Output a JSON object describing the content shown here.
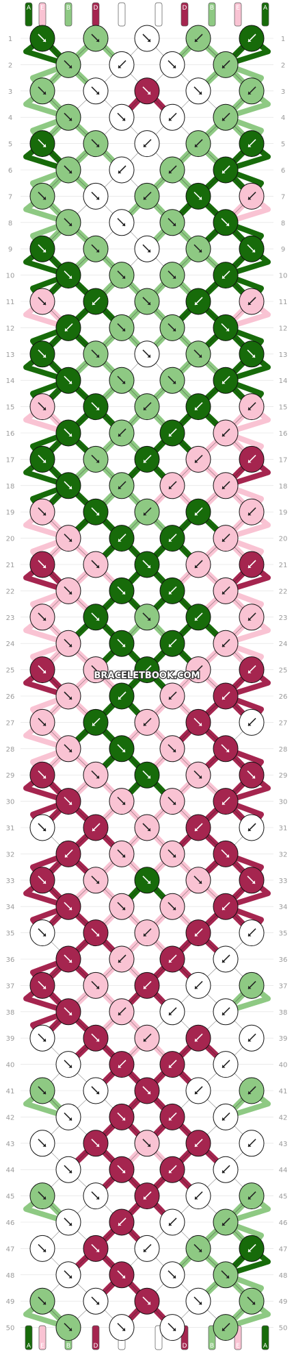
{
  "watermark": "BRACELETBOOK.COM",
  "colors": {
    "A": "#176b0a",
    "B": "#8ec983",
    "C": "#ffffff",
    "D": "#a5254f",
    "E": "#f9c3d3"
  },
  "strands_top": [
    "A",
    "E",
    "B",
    "D",
    "C",
    "C",
    "D",
    "B",
    "E",
    "A"
  ],
  "strands_bottom": [
    "A",
    "E",
    "B",
    "D",
    "C",
    "C",
    "D",
    "B",
    "E",
    "A"
  ],
  "rows": [
    {
      "n": "1",
      "knots": [
        [
          "A",
          "f"
        ],
        [
          "B",
          "f"
        ],
        [
          "C",
          "f"
        ],
        [
          "B",
          "b"
        ],
        [
          "A",
          "b"
        ]
      ]
    },
    {
      "n": "2",
      "knots": [
        [
          "B",
          "f"
        ],
        [
          "C",
          "b"
        ],
        [
          "C",
          "f"
        ],
        [
          "B",
          "b"
        ]
      ]
    },
    {
      "n": "3",
      "knots": [
        [
          "B",
          "f"
        ],
        [
          "C",
          "f"
        ],
        [
          "D",
          "f"
        ],
        [
          "C",
          "f"
        ],
        [
          "B",
          "b"
        ]
      ]
    },
    {
      "n": "4",
      "knots": [
        [
          "B",
          "f"
        ],
        [
          "C",
          "f"
        ],
        [
          "C",
          "b"
        ],
        [
          "B",
          "b"
        ]
      ]
    },
    {
      "n": "5",
      "knots": [
        [
          "A",
          "f"
        ],
        [
          "B",
          "f"
        ],
        [
          "C",
          "b"
        ],
        [
          "B",
          "b"
        ],
        [
          "A",
          "b"
        ]
      ]
    },
    {
      "n": "6",
      "knots": [
        [
          "B",
          "f"
        ],
        [
          "C",
          "b"
        ],
        [
          "B",
          "b"
        ],
        [
          "A",
          "b"
        ]
      ]
    },
    {
      "n": "7",
      "knots": [
        [
          "B",
          "f"
        ],
        [
          "C",
          "f"
        ],
        [
          "B",
          "b"
        ],
        [
          "A",
          "f"
        ],
        [
          "E",
          "b"
        ]
      ]
    },
    {
      "n": "8",
      "knots": [
        [
          "B",
          "f"
        ],
        [
          "C",
          "f"
        ],
        [
          "B",
          "f"
        ],
        [
          "A",
          "f"
        ]
      ]
    },
    {
      "n": "9",
      "knots": [
        [
          "A",
          "f"
        ],
        [
          "B",
          "f"
        ],
        [
          "C",
          "f"
        ],
        [
          "B",
          "f"
        ],
        [
          "A",
          "f"
        ]
      ]
    },
    {
      "n": "10",
      "knots": [
        [
          "A",
          "f"
        ],
        [
          "B",
          "f"
        ],
        [
          "B",
          "f"
        ],
        [
          "A",
          "b"
        ]
      ]
    },
    {
      "n": "11",
      "knots": [
        [
          "E",
          "f"
        ],
        [
          "A",
          "b"
        ],
        [
          "B",
          "f"
        ],
        [
          "A",
          "b"
        ],
        [
          "E",
          "b"
        ]
      ]
    },
    {
      "n": "12",
      "knots": [
        [
          "A",
          "b"
        ],
        [
          "B",
          "f"
        ],
        [
          "B",
          "f"
        ],
        [
          "A",
          "f"
        ]
      ]
    },
    {
      "n": "13",
      "knots": [
        [
          "A",
          "f"
        ],
        [
          "B",
          "f"
        ],
        [
          "C",
          "f"
        ],
        [
          "B",
          "f"
        ],
        [
          "A",
          "f"
        ]
      ]
    },
    {
      "n": "14",
      "knots": [
        [
          "A",
          "f"
        ],
        [
          "B",
          "f"
        ],
        [
          "B",
          "f"
        ],
        [
          "A",
          "b"
        ]
      ]
    },
    {
      "n": "15",
      "knots": [
        [
          "E",
          "f"
        ],
        [
          "A",
          "f"
        ],
        [
          "B",
          "b"
        ],
        [
          "A",
          "b"
        ],
        [
          "E",
          "b"
        ]
      ]
    },
    {
      "n": "16",
      "knots": [
        [
          "A",
          "f"
        ],
        [
          "B",
          "b"
        ],
        [
          "A",
          "b"
        ],
        [
          "E",
          "b"
        ]
      ]
    },
    {
      "n": "17",
      "knots": [
        [
          "A",
          "f"
        ],
        [
          "B",
          "f"
        ],
        [
          "A",
          "b"
        ],
        [
          "E",
          "b"
        ],
        [
          "D",
          "b"
        ]
      ]
    },
    {
      "n": "18",
      "knots": [
        [
          "A",
          "f"
        ],
        [
          "B",
          "b"
        ],
        [
          "E",
          "b"
        ],
        [
          "E",
          "b"
        ]
      ]
    },
    {
      "n": "19",
      "knots": [
        [
          "E",
          "f"
        ],
        [
          "A",
          "f"
        ],
        [
          "B",
          "b"
        ],
        [
          "A",
          "b"
        ],
        [
          "E",
          "b"
        ]
      ]
    },
    {
      "n": "20",
      "knots": [
        [
          "E",
          "f"
        ],
        [
          "A",
          "b"
        ],
        [
          "A",
          "b"
        ],
        [
          "E",
          "b"
        ]
      ]
    },
    {
      "n": "21",
      "knots": [
        [
          "D",
          "f"
        ],
        [
          "E",
          "f"
        ],
        [
          "A",
          "f"
        ],
        [
          "E",
          "b"
        ],
        [
          "D",
          "b"
        ]
      ]
    },
    {
      "n": "22",
      "knots": [
        [
          "E",
          "f"
        ],
        [
          "A",
          "f"
        ],
        [
          "A",
          "b"
        ],
        [
          "E",
          "b"
        ]
      ]
    },
    {
      "n": "23",
      "knots": [
        [
          "E",
          "f"
        ],
        [
          "A",
          "f"
        ],
        [
          "B",
          "f"
        ],
        [
          "A",
          "b"
        ],
        [
          "E",
          "b"
        ]
      ]
    },
    {
      "n": "24",
      "knots": [
        [
          "E",
          "f"
        ],
        [
          "A",
          "f"
        ],
        [
          "A",
          "b"
        ],
        [
          "E",
          "b"
        ]
      ]
    },
    {
      "n": "25",
      "knots": [
        [
          "D",
          "f"
        ],
        [
          "E",
          "f"
        ],
        [
          "A",
          "b"
        ],
        [
          "E",
          "b"
        ],
        [
          "D",
          "b"
        ]
      ]
    },
    {
      "n": "26",
      "knots": [
        [
          "E",
          "f"
        ],
        [
          "A",
          "b"
        ],
        [
          "E",
          "b"
        ],
        [
          "D",
          "b"
        ]
      ]
    },
    {
      "n": "27",
      "knots": [
        [
          "E",
          "f"
        ],
        [
          "A",
          "b"
        ],
        [
          "E",
          "b"
        ],
        [
          "D",
          "f"
        ],
        [
          "C",
          "b"
        ]
      ]
    },
    {
      "n": "28",
      "knots": [
        [
          "E",
          "f"
        ],
        [
          "A",
          "f"
        ],
        [
          "E",
          "f"
        ],
        [
          "D",
          "f"
        ]
      ]
    },
    {
      "n": "29",
      "knots": [
        [
          "D",
          "f"
        ],
        [
          "E",
          "f"
        ],
        [
          "A",
          "f"
        ],
        [
          "E",
          "f"
        ],
        [
          "D",
          "f"
        ]
      ]
    },
    {
      "n": "30",
      "knots": [
        [
          "D",
          "f"
        ],
        [
          "E",
          "f"
        ],
        [
          "E",
          "f"
        ],
        [
          "D",
          "b"
        ]
      ]
    },
    {
      "n": "31",
      "knots": [
        [
          "C",
          "f"
        ],
        [
          "D",
          "b"
        ],
        [
          "E",
          "f"
        ],
        [
          "D",
          "b"
        ],
        [
          "C",
          "b"
        ]
      ]
    },
    {
      "n": "32",
      "knots": [
        [
          "D",
          "b"
        ],
        [
          "E",
          "f"
        ],
        [
          "E",
          "f"
        ],
        [
          "D",
          "f"
        ]
      ]
    },
    {
      "n": "33",
      "knots": [
        [
          "D",
          "f"
        ],
        [
          "E",
          "f"
        ],
        [
          "A",
          "f"
        ],
        [
          "E",
          "f"
        ],
        [
          "D",
          "f"
        ]
      ]
    },
    {
      "n": "34",
      "knots": [
        [
          "D",
          "f"
        ],
        [
          "E",
          "f"
        ],
        [
          "E",
          "f"
        ],
        [
          "D",
          "b"
        ]
      ]
    },
    {
      "n": "35",
      "knots": [
        [
          "C",
          "f"
        ],
        [
          "D",
          "f"
        ],
        [
          "E",
          "b"
        ],
        [
          "D",
          "b"
        ],
        [
          "C",
          "b"
        ]
      ]
    },
    {
      "n": "36",
      "knots": [
        [
          "D",
          "f"
        ],
        [
          "E",
          "b"
        ],
        [
          "D",
          "b"
        ],
        [
          "C",
          "b"
        ]
      ]
    },
    {
      "n": "37",
      "knots": [
        [
          "D",
          "f"
        ],
        [
          "E",
          "f"
        ],
        [
          "D",
          "b"
        ],
        [
          "C",
          "b"
        ],
        [
          "B",
          "b"
        ]
      ]
    },
    {
      "n": "38",
      "knots": [
        [
          "D",
          "f"
        ],
        [
          "E",
          "b"
        ],
        [
          "C",
          "b"
        ],
        [
          "C",
          "b"
        ]
      ]
    },
    {
      "n": "39",
      "knots": [
        [
          "C",
          "f"
        ],
        [
          "D",
          "f"
        ],
        [
          "E",
          "b"
        ],
        [
          "D",
          "b"
        ],
        [
          "C",
          "b"
        ]
      ]
    },
    {
      "n": "40",
      "knots": [
        [
          "C",
          "f"
        ],
        [
          "D",
          "b"
        ],
        [
          "D",
          "b"
        ],
        [
          "C",
          "b"
        ]
      ]
    },
    {
      "n": "41",
      "knots": [
        [
          "B",
          "f"
        ],
        [
          "C",
          "f"
        ],
        [
          "D",
          "f"
        ],
        [
          "C",
          "b"
        ],
        [
          "B",
          "b"
        ]
      ]
    },
    {
      "n": "42",
      "knots": [
        [
          "C",
          "f"
        ],
        [
          "D",
          "f"
        ],
        [
          "D",
          "b"
        ],
        [
          "C",
          "b"
        ]
      ]
    },
    {
      "n": "43",
      "knots": [
        [
          "C",
          "f"
        ],
        [
          "D",
          "f"
        ],
        [
          "E",
          "f"
        ],
        [
          "D",
          "b"
        ],
        [
          "C",
          "b"
        ]
      ]
    },
    {
      "n": "44",
      "knots": [
        [
          "C",
          "f"
        ],
        [
          "D",
          "f"
        ],
        [
          "D",
          "b"
        ],
        [
          "C",
          "b"
        ]
      ]
    },
    {
      "n": "45",
      "knots": [
        [
          "B",
          "f"
        ],
        [
          "C",
          "f"
        ],
        [
          "D",
          "b"
        ],
        [
          "C",
          "b"
        ],
        [
          "B",
          "b"
        ]
      ]
    },
    {
      "n": "46",
      "knots": [
        [
          "C",
          "f"
        ],
        [
          "D",
          "b"
        ],
        [
          "C",
          "b"
        ],
        [
          "B",
          "b"
        ]
      ]
    },
    {
      "n": "47",
      "knots": [
        [
          "C",
          "f"
        ],
        [
          "D",
          "f"
        ],
        [
          "C",
          "b"
        ],
        [
          "B",
          "f"
        ],
        [
          "A",
          "b"
        ]
      ]
    },
    {
      "n": "48",
      "knots": [
        [
          "C",
          "f"
        ],
        [
          "D",
          "f"
        ],
        [
          "C",
          "f"
        ],
        [
          "B",
          "f"
        ]
      ]
    },
    {
      "n": "49",
      "knots": [
        [
          "B",
          "f"
        ],
        [
          "C",
          "f"
        ],
        [
          "D",
          "f"
        ],
        [
          "C",
          "f"
        ],
        [
          "B",
          "f"
        ]
      ]
    },
    {
      "n": "50",
      "knots": [
        [
          "B",
          "f"
        ],
        [
          "C",
          "f"
        ],
        [
          "C",
          "f"
        ],
        [
          "B",
          "b"
        ]
      ]
    }
  ]
}
